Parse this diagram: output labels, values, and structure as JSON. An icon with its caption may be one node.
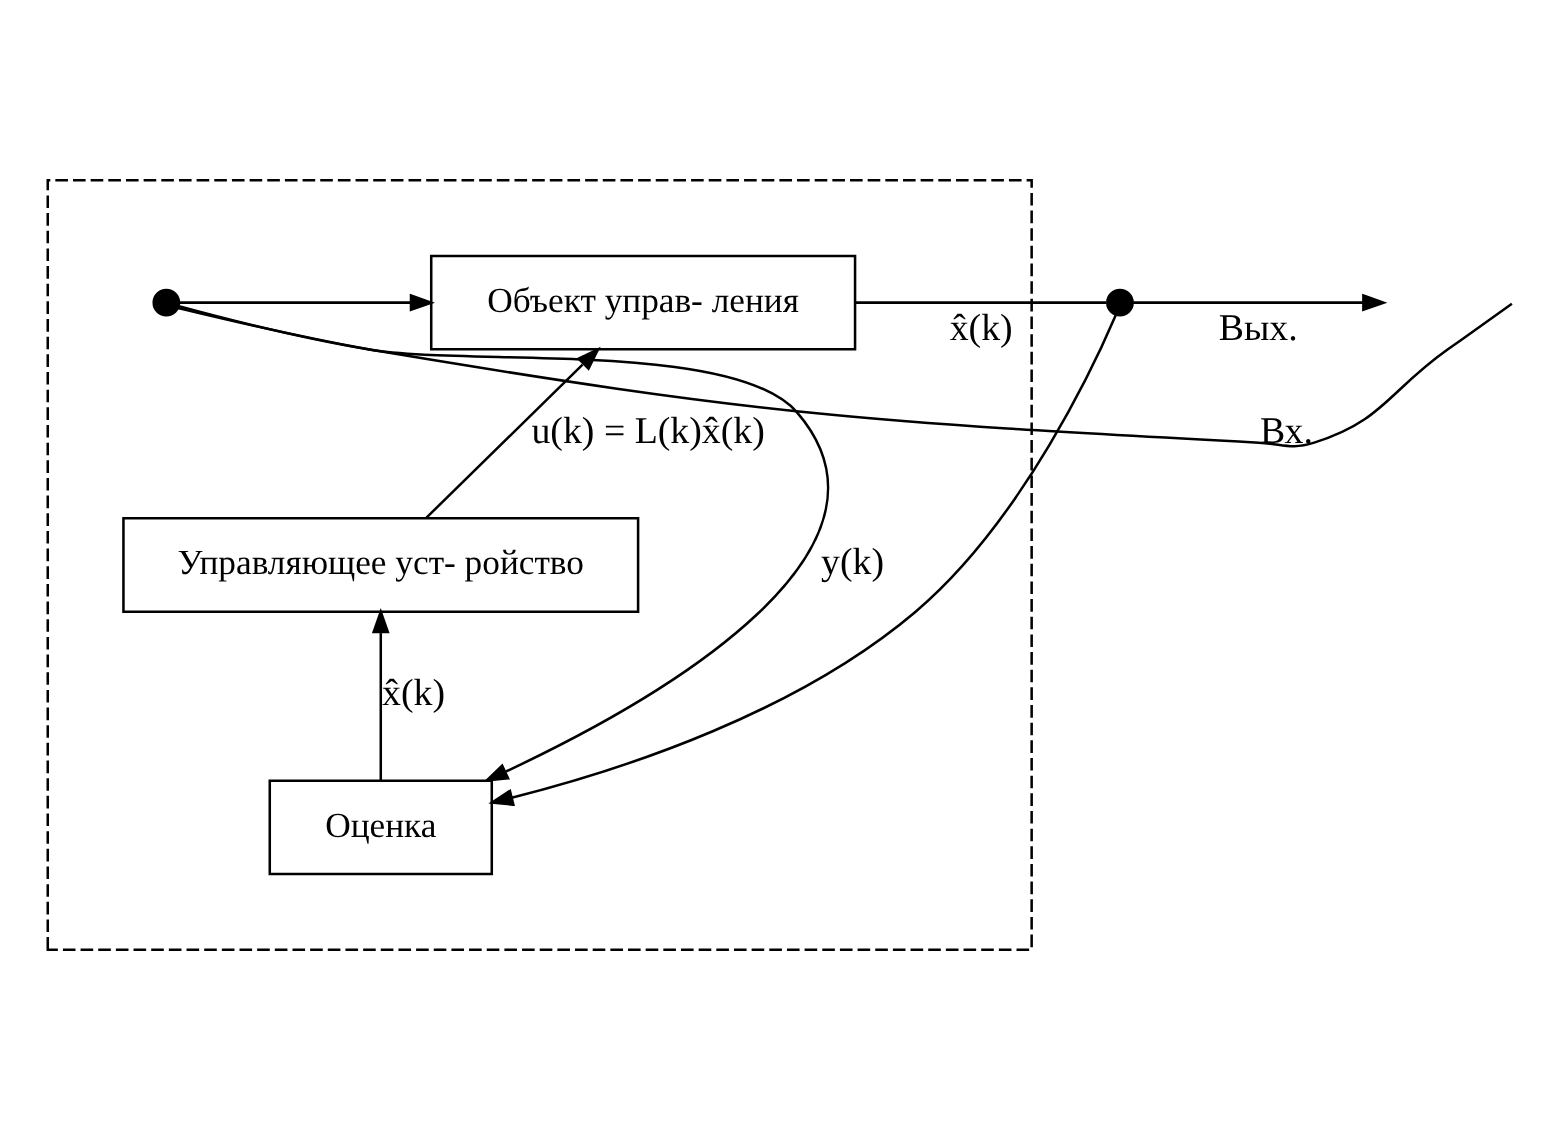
{
  "diagram": {
    "nodes": [
      {
        "text": [],
        "shape": "box"
      },
      {
        "text": [
          "Объект управ- ления"
        ],
        "in": 0
      },
      {
        "text": [
          "Управляющее уст- ройство"
        ],
        "in": 0
      },
      {
        "text": [
          "Оценка"
        ],
        "in": 0
      },
      {
        "text": [],
        "shape": "circle",
        "in": 0
      },
      {
        "text": [],
        "shape": "circle"
      }
    ],
    "edges": [
      {
        "from": null,
        "to": 4,
        "arrow": "none",
        "label": "Вх."
      },
      {
        "from": 4,
        "to": 1,
        "arrow": "to"
      },
      {
        "from": 4,
        "to": 3,
        "arrow": "to",
        "label": "y(k)"
      },
      {
        "from": 1,
        "to": 5,
        "arrow": "none",
        "label": "x̂(k)"
      },
      {
        "from": 5,
        "to": null,
        "arrow": "to",
        "label": "Вых."
      },
      {
        "from": 5,
        "to": 3,
        "arrow": "to"
      },
      {
        "from": 2,
        "to": 1,
        "arrow": "to",
        "label": "u(k) = L(k)x̂(k)"
      },
      {
        "from": 3,
        "to": 2,
        "arrow": "to",
        "label": "x̂(k)"
      }
    ]
  }
}
